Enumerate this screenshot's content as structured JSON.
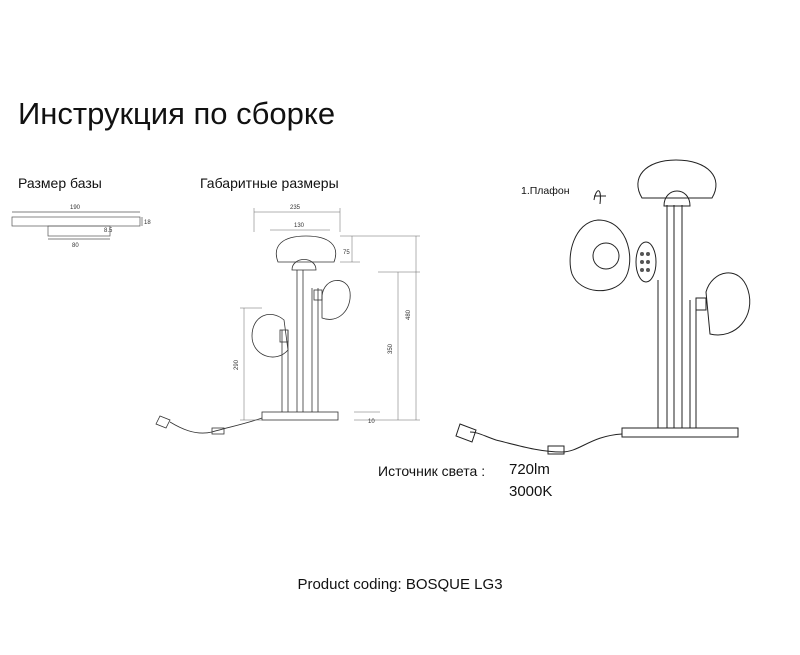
{
  "title": "Инструкция по сборке",
  "base_size": {
    "heading": "Размер базы",
    "dims": {
      "length": "190",
      "height": "18",
      "offset": "8.5",
      "inner": "80"
    }
  },
  "overall": {
    "heading": "Габаритные размеры",
    "dims": {
      "width": "235",
      "shade": "130",
      "shade_h": "75",
      "total_h": "480",
      "mid_h": "350",
      "low_h": "290",
      "base_h": "10"
    }
  },
  "assembly": {
    "part_label": "1.Плафон"
  },
  "light": {
    "label": "Источник света :",
    "lumens": "720lm",
    "temperature": "3000K"
  },
  "footer": {
    "coding": "Product coding: BOSQUE LG3"
  }
}
